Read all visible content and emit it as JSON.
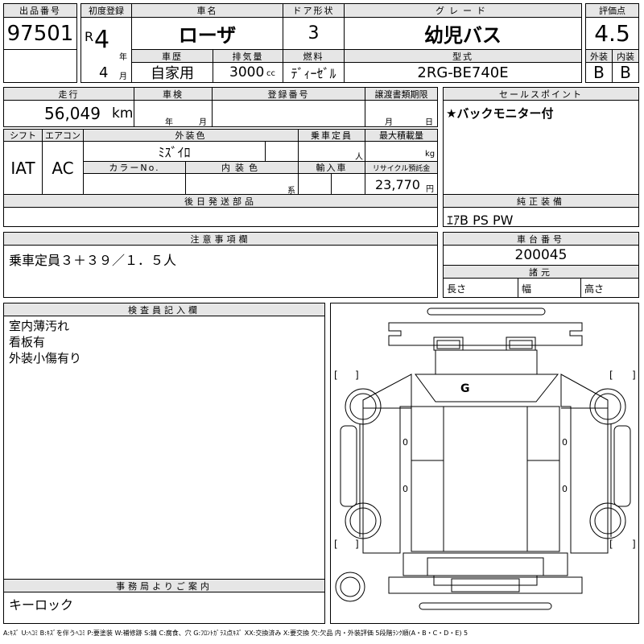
{
  "lot": {
    "label": "出品番号",
    "number": "97501"
  },
  "first_reg": {
    "label": "初度登録",
    "era": "R",
    "year": "4",
    "year_unit": "年",
    "month": "4",
    "month_unit": "月"
  },
  "car_name": {
    "label": "車名",
    "value": "ローザ"
  },
  "doors": {
    "label": "ドア形状",
    "value": "3"
  },
  "grade": {
    "label": "グレード",
    "value": "幼児バス"
  },
  "score": {
    "label": "評価点",
    "value": "4.5",
    "ext_label": "外装",
    "ext_value": "B",
    "int_label": "内装",
    "int_value": "B"
  },
  "history": {
    "label": "車歴",
    "value": "自家用"
  },
  "displacement": {
    "label": "排気量",
    "value": "3000",
    "unit": "cc"
  },
  "fuel": {
    "label": "燃料",
    "value": "ﾃﾞｨｰｾﾞﾙ"
  },
  "model": {
    "label": "型式",
    "value": "2RG-BE740E"
  },
  "mileage": {
    "label": "走行",
    "value": "56,049",
    "unit": "km"
  },
  "inspection": {
    "label": "車検",
    "year_unit": "年",
    "month_unit": "月"
  },
  "registration_no": {
    "label": "登録番号"
  },
  "transfer": {
    "label": "譲渡書類期限",
    "month_unit": "月",
    "day_unit": "日"
  },
  "sales_point": {
    "label": "セールスポイント",
    "value": "★バックモニター付"
  },
  "shift": {
    "label": "シフト",
    "value": "IAT"
  },
  "aircon": {
    "label": "エアコン",
    "value": "AC"
  },
  "exterior_color": {
    "label": "外装色",
    "value": "ﾐｽﾞｲﾛ"
  },
  "capacity": {
    "label": "乗車定員",
    "unit": "人"
  },
  "max_load": {
    "label": "最大積載量",
    "unit": "kg"
  },
  "color_no": {
    "label": "カラーNo."
  },
  "interior_color": {
    "label": "内装色",
    "unit": "系"
  },
  "import": {
    "label": "輸入車"
  },
  "recycle": {
    "label": "リサイクル預託金",
    "value": "23,770",
    "unit": "円"
  },
  "later_parts": {
    "label": "後日発送部品"
  },
  "equipment": {
    "label": "純正装備",
    "value": "ｴｱB PS PW"
  },
  "caution": {
    "label": "注意事項欄",
    "value": "乗車定員３＋３９／１．５人"
  },
  "chassis": {
    "label": "車台番号",
    "value": "200045"
  },
  "specs": {
    "label": "諸元",
    "length": "長さ",
    "width": "幅",
    "height": "高さ"
  },
  "inspector": {
    "label": "検査員記入欄",
    "lines": [
      "室内薄汚れ",
      "看板有",
      "外装小傷有り"
    ]
  },
  "office": {
    "label": "事務局よりご案内",
    "value": "キーロック"
  },
  "diagram": {
    "mark": "G",
    "bracket_left": "[",
    "bracket_right": "]",
    "zero": "0"
  },
  "legend": "A:ｷｽﾞ U:ﾍｺﾐ B:ｷｽﾞを伴うﾍｺﾐ P:要塗装 W:補修跡 S:錆 C:腐食、穴 G:ﾌﾛﾝﾄｶﾞﾗｽ点ｷｽﾞ XX:交換済み X:要交換 欠:欠品 内・外装評価 5段階ﾗﾝｸ順(A・B・C・D・E) 5"
}
